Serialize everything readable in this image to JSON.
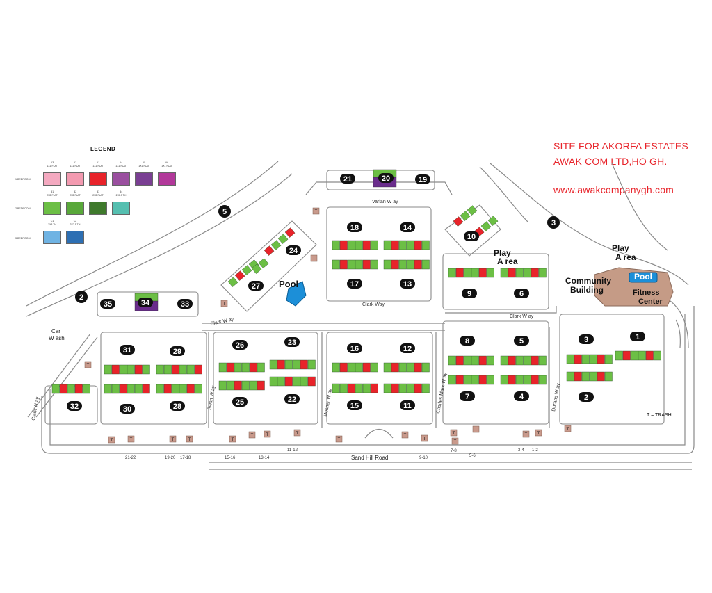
{
  "header": {
    "line1": "SITE FOR AKORFA ESTATES",
    "line2": "AWAK COM LTD,HO GH.",
    "website": "www.awakcompanygh.com"
  },
  "legend": {
    "title": "LEGEND",
    "rows": [
      {
        "label": "1 BEDROOM",
        "swatches": [
          {
            "code": "A3",
            "type": "1X1 FLAT",
            "color": "#f4a9c0"
          },
          {
            "code": "A2",
            "type": "1X1 FLAT",
            "color": "#f39ab0"
          },
          {
            "code": "A1",
            "type": "1X1 FLAT",
            "color": "#e8232a"
          },
          {
            "code": "A4",
            "type": "1X1 FLAT",
            "color": "#9a4f9f"
          },
          {
            "code": "A5",
            "type": "1X1 FLAT",
            "color": "#7a3f93"
          },
          {
            "code": "A6",
            "type": "1X1 FLAT",
            "color": "#b2389a"
          }
        ]
      },
      {
        "label": "2 BEDROOM",
        "swatches": [
          {
            "code": "B1",
            "type": "2X2 FLAT",
            "color": "#6cbf45"
          },
          {
            "code": "B2",
            "type": "2X2 FLAT",
            "color": "#59a83a"
          },
          {
            "code": "B3",
            "type": "2X2 FLAT",
            "color": "#3f7a2c"
          },
          {
            "code": "B4",
            "type": "2X1.5 TH",
            "color": "#55bfb0"
          }
        ]
      },
      {
        "label": "3 BEDROOM",
        "swatches": [
          {
            "code": "C1",
            "type": "3X3 TH",
            "color": "#6fb3e3"
          },
          {
            "code": "C2",
            "type": "3X2.5 TH",
            "color": "#2d6fb3"
          }
        ]
      }
    ]
  },
  "colors": {
    "green": "#6cbf45",
    "red": "#e8232a",
    "purple": "#6a2c8c",
    "trash": "#c99a8c",
    "pool": "#1c8fd8",
    "community": "#c59b86",
    "road": "#8a8a8a"
  },
  "map": {
    "streets": {
      "varian": "Varian W ay",
      "clark1": "Clark W ay",
      "clark2": "Clark Way",
      "clark3": "Clark W ay",
      "clark4": "Clark W ay",
      "swan": "Swan W ay",
      "mosher": "Mosher W ay",
      "charles": "Charles Marx W ay",
      "durand": "Durand W ay",
      "sandhill": "Sand Hill Road"
    },
    "areas": {
      "car_wash_1": "Car",
      "car_wash_2": "W ash",
      "pool1": "Pool",
      "pool2": "Pool",
      "play1a": "Play",
      "play1b": "A rea",
      "play2a": "Play",
      "play2b": "A rea",
      "community1": "Community",
      "community2": "Building",
      "fitness1": "Fitness",
      "fitness2": "Center",
      "trash_key": "T  = TRASH",
      "trash_letter": "T"
    },
    "zones": [
      "2",
      "3",
      "5"
    ],
    "buildings": [
      "1",
      "2",
      "3",
      "4",
      "5",
      "6",
      "7",
      "8",
      "9",
      "10",
      "11",
      "12",
      "13",
      "14",
      "15",
      "16",
      "17",
      "18",
      "19",
      "20",
      "21",
      "22",
      "23",
      "24",
      "25",
      "26",
      "27",
      "28",
      "29",
      "30",
      "31",
      "32",
      "33",
      "34",
      "35"
    ],
    "lot_labels": [
      "21-22",
      "19-20",
      "17-18",
      "15-16",
      "13-14",
      "11-12",
      "9-10",
      "7-8",
      "5-6",
      "3-4",
      "1-2"
    ]
  }
}
